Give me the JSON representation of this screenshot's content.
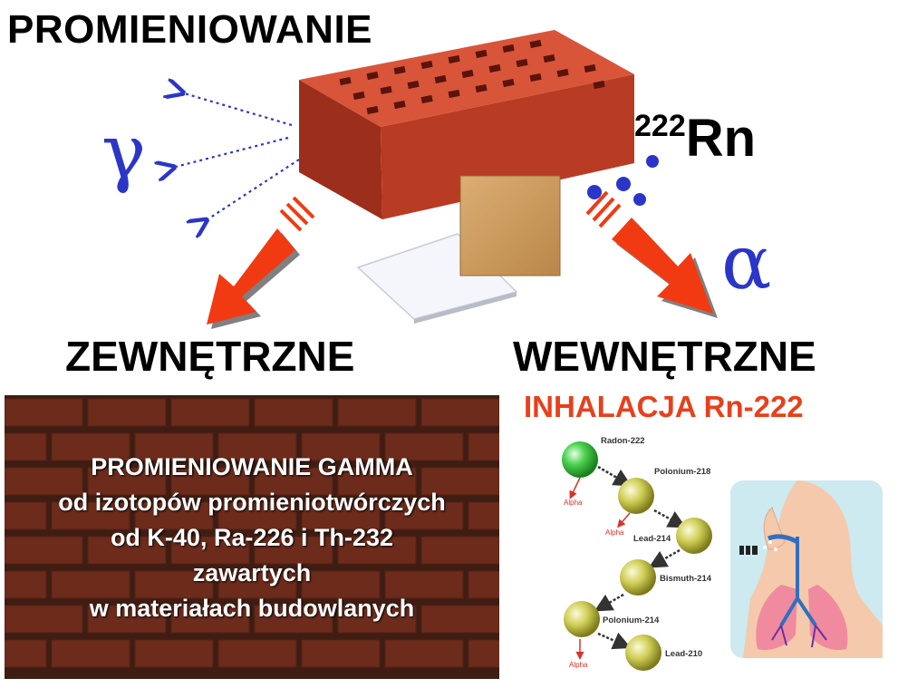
{
  "title": "PROMIENIOWANIE",
  "gamma_symbol": "γ",
  "alpha_symbol": "α",
  "radon": {
    "mass": "222",
    "symbol": "Rn"
  },
  "external_label": "ZEWNĘTRZNE",
  "internal_label": "WEWNĘTRZNE",
  "inhalation_label": "INHALACJA Rn-222",
  "wall_text": [
    "PROMIENIOWANIE GAMMA",
    "od izotopów promieniotwórczych",
    "od K-40, Ra-226 i Th-232",
    "zawartych",
    "w materiałach budowlanych"
  ],
  "decay_chain": {
    "nuclides": [
      "Radon-222",
      "Polonium-218",
      "Lead-214",
      "Bismuth-214",
      "Polonium-214",
      "Lead-210"
    ],
    "alpha_label": "Alpha"
  },
  "colors": {
    "arrow_red": "#f23a12",
    "greek_blue": "#2b36c8",
    "brick": "#c9472f",
    "inhalation_red": "#e7401c",
    "radon_sphere": "#3fc24a",
    "daughter_sphere": "#c5c43a"
  }
}
